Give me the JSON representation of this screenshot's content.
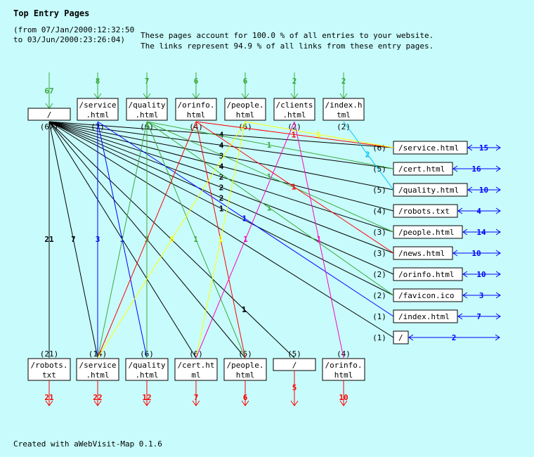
{
  "title": "Top Entry Pages",
  "period_from": "(from 07/Jan/2000:12:32:50",
  "period_to": "to 03/Jun/2000:23:26:04)",
  "summary_line1": "These pages account for 100.0 % of all entries to your website.",
  "summary_line2": "The links represent 94.9 % of all links from these entry pages.",
  "footer": "Created with aWebVisit-Map 0.1.6",
  "colors": {
    "root": "#000000",
    "service": "#0000ff",
    "quality": "#3caa3c",
    "orinfo": "#ff0000",
    "people": "#ffff00",
    "clients": "#ff00c0",
    "index": "#00c0ff",
    "entry": "#3caa3c",
    "exit": "#ff0000",
    "loop": "#0000ff"
  },
  "entry_pages": [
    {
      "id": "root",
      "label1": "/",
      "label2": "",
      "entries": "67",
      "count": "(67)"
    },
    {
      "id": "service",
      "label1": "/service",
      ".": "",
      "label2": ".html",
      "entries": "8",
      "count": "(7)"
    },
    {
      "id": "quality",
      "label1": "/quality",
      "label2": ".html",
      "entries": "7",
      "count": "(6)"
    },
    {
      "id": "orinfo",
      "label1": "/orinfo.",
      "label2": "html",
      "entries": "6",
      "count": "(4)"
    },
    {
      "id": "people",
      "label1": "/people.",
      "label2": "html",
      "entries": "6",
      "count": "(6)"
    },
    {
      "id": "clients",
      "label1": "/clients",
      "label2": ".html",
      "entries": "2",
      "count": "(2)"
    },
    {
      "id": "index",
      "label1": "/index.h",
      "label2": "tml",
      "entries": "2",
      "count": "(2)"
    }
  ],
  "right_pages": [
    {
      "id": "r-service",
      "label": "/service.html",
      "count": "(6)",
      "loop": "15"
    },
    {
      "id": "r-cert",
      "label": "/cert.html",
      "count": "(5)",
      "loop": "16"
    },
    {
      "id": "r-quality",
      "label": "/quality.html",
      "count": "(5)",
      "loop": "10"
    },
    {
      "id": "r-robots",
      "label": "/robots.txt",
      "count": "(4)",
      "loop": "4"
    },
    {
      "id": "r-people",
      "label": "/people.html",
      "count": "(3)",
      "loop": "14"
    },
    {
      "id": "r-news",
      "label": "/news.html",
      "count": "(3)",
      "loop": "10"
    },
    {
      "id": "r-orinfo",
      "label": "/orinfo.html",
      "count": "(2)",
      "loop": "10"
    },
    {
      "id": "r-favicon",
      "label": "/favicon.ico",
      "count": "(2)",
      "loop": "3"
    },
    {
      "id": "r-index",
      "label": "/index.html",
      "count": "(1)",
      "loop": "7"
    },
    {
      "id": "r-root",
      "label": "/",
      "count": "(1)",
      "loop": "2"
    }
  ],
  "exit_pages": [
    {
      "id": "b-robots",
      "label1": "/robots.",
      "label2": "txt",
      "count": "(21)",
      "exits": "21"
    },
    {
      "id": "b-service",
      "label1": "/service",
      "label2": ".html",
      "count": "(14)",
      "exits": "22"
    },
    {
      "id": "b-quality",
      "label1": "/quality",
      "label2": ".html",
      "count": "(6)",
      "exits": "12"
    },
    {
      "id": "b-cert",
      "label1": "/cert.ht",
      "label2": "ml",
      "count": "(6)",
      "exits": "7"
    },
    {
      "id": "b-people",
      "label1": "/people.",
      "label2": "html",
      "count": "(5)",
      "exits": "6"
    },
    {
      "id": "b-root",
      "label1": "/",
      "label2": "",
      "count": "(5)",
      "exits": "5"
    },
    {
      "id": "b-orinfo",
      "label1": "/orinfo.",
      "label2": "html",
      "count": "(4)",
      "exits": "10"
    }
  ],
  "links": [
    {
      "from": "root",
      "to": "b-robots",
      "count": "21"
    },
    {
      "from": "root",
      "to": "b-service",
      "count": "7"
    },
    {
      "from": "root",
      "to": "b-cert",
      "count": ""
    },
    {
      "from": "root",
      "to": "b-people",
      "count": ""
    },
    {
      "from": "root",
      "to": "b-root",
      "count": "1"
    },
    {
      "from": "root",
      "to": "r-service",
      "count": "4"
    },
    {
      "from": "root",
      "to": "r-cert",
      "count": "4"
    },
    {
      "from": "root",
      "to": "r-quality",
      "count": "3"
    },
    {
      "from": "root",
      "to": "r-robots",
      "count": "4"
    },
    {
      "from": "root",
      "to": "r-people",
      "count": "2"
    },
    {
      "from": "root",
      "to": "r-news",
      "count": "2"
    },
    {
      "from": "root",
      "to": "r-orinfo",
      "count": "2"
    },
    {
      "from": "root",
      "to": "r-favicon",
      "count": "1"
    },
    {
      "from": "root",
      "to": "r-root",
      "count": ""
    },
    {
      "from": "service",
      "to": "b-service",
      "count": "3"
    },
    {
      "from": "service",
      "to": "b-quality",
      "count": "1"
    },
    {
      "from": "service",
      "to": "r-index",
      "count": "1"
    },
    {
      "from": "quality",
      "to": "b-quality",
      "count": "3"
    },
    {
      "from": "quality",
      "to": "b-people",
      "count": "1"
    },
    {
      "from": "quality",
      "to": "b-service",
      "count": ""
    },
    {
      "from": "quality",
      "to": "r-cert",
      "count": "1"
    },
    {
      "from": "quality",
      "to": "r-people",
      "count": "1"
    },
    {
      "from": "quality",
      "to": "r-favicon",
      "count": "1"
    },
    {
      "from": "orinfo",
      "to": "b-service",
      "count": ""
    },
    {
      "from": "orinfo",
      "to": "b-people",
      "count": ""
    },
    {
      "from": "orinfo",
      "to": "r-service",
      "count": "1"
    },
    {
      "from": "orinfo",
      "to": "r-news",
      "count": "1"
    },
    {
      "from": "people",
      "to": "b-service",
      "count": "5"
    },
    {
      "from": "people",
      "to": "b-cert",
      "count": "1"
    },
    {
      "from": "people",
      "to": "r-service",
      "count": "1"
    },
    {
      "from": "clients",
      "to": "b-cert",
      "count": "1"
    },
    {
      "from": "clients",
      "to": "b-orinfo",
      "count": "1"
    },
    {
      "from": "index",
      "to": "r-quality",
      "count": "2"
    }
  ]
}
